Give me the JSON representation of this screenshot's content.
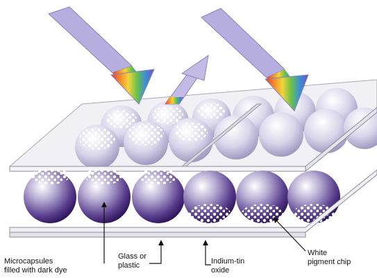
{
  "labels": {
    "microcapsules": "Microcapsules\nfilled with dark dye",
    "glass": "Glass or\nplastic",
    "ito": "Indium-tin\noxide",
    "pigment": "White\npigment chip"
  },
  "colors": {
    "capsule_light": "#ffffff",
    "capsule_mid": "#a89cc6",
    "capsule_dark": "#3a1e6e",
    "arrow_body": "#b7aee0",
    "glass": "#e9e9ef",
    "rainbow": [
      "#e23b3b",
      "#f08a2c",
      "#f2d43a",
      "#6cc24a",
      "#3b8fd6",
      "#7a4fc0"
    ]
  }
}
